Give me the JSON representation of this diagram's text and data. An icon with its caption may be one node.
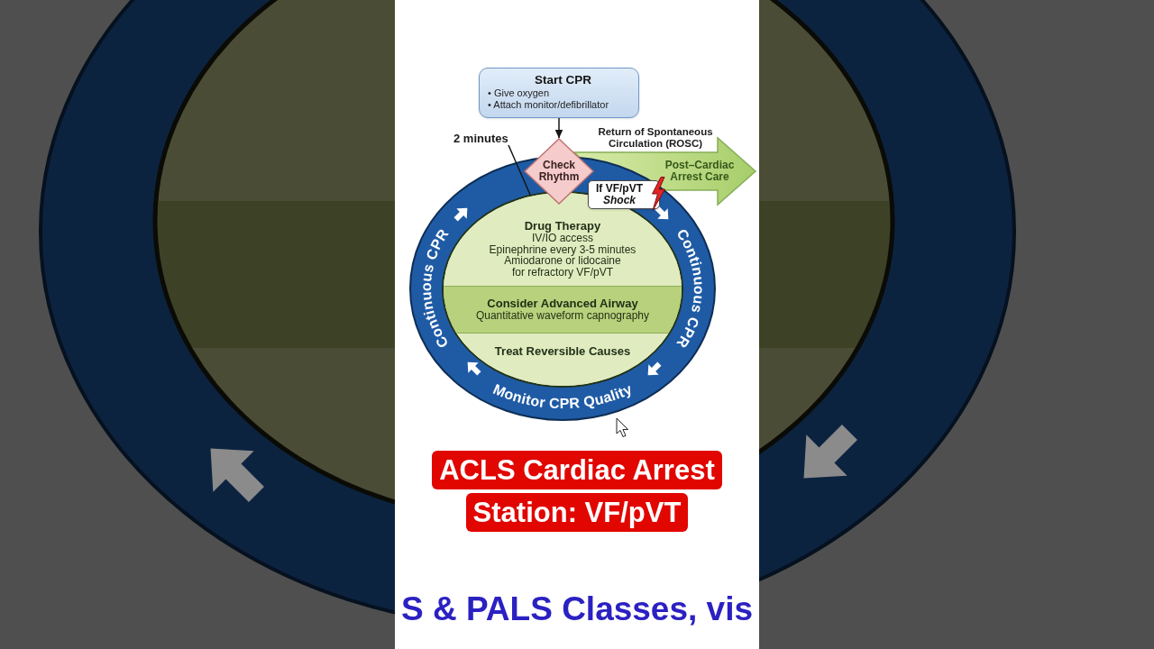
{
  "diagram": {
    "caption": "ACLS Cardiac Arrest Station: VF/pVT",
    "nodes": [
      {
        "text": [
          "Start CPR",
          "• Give oxygen",
          "• Attach monitor/defibrillator"
        ]
      },
      {
        "text": [
          "Check Rhythm"
        ]
      },
      {
        "text": [
          "2 minutes"
        ]
      },
      {
        "text": [
          "Continuous CPR",
          "Continuous CPR",
          "Monitor CPR Quality"
        ]
      },
      {
        "text": [
          "If VF/pVT *Shock*"
        ],
        "in": 3
      },
      {
        "text": [],
        "shape": "ellipse",
        "in": 3
      },
      {
        "text": [
          "Drug Therapy",
          "IV/IO access",
          "Epinephrine every 3-5 minutes",
          "Amiodarone or lidocaine for refractory VF/pVT"
        ],
        "in": 5
      },
      {
        "text": [
          "Consider Advanced Airway",
          "Quantitative waveform capnography"
        ],
        "in": 5
      },
      {
        "text": [
          "Treat Reversible Causes"
        ],
        "in": 5
      }
    ],
    "edges": [
      {
        "from": 0,
        "to": 1,
        "arrow": "to"
      },
      {
        "from": 2,
        "to": 5,
        "arrow": "none"
      },
      {
        "from": 1,
        "to": null,
        "arrow": "to",
        "label": "Post–Cardiac Arrest Care",
        "style": "thick",
        "color": "#a7ce6a"
      }
    ],
    "labels": [
      "Return of Spontaneous Circulation (ROSC)",
      "S & PALS Classes, vis"
    ]
  }
}
